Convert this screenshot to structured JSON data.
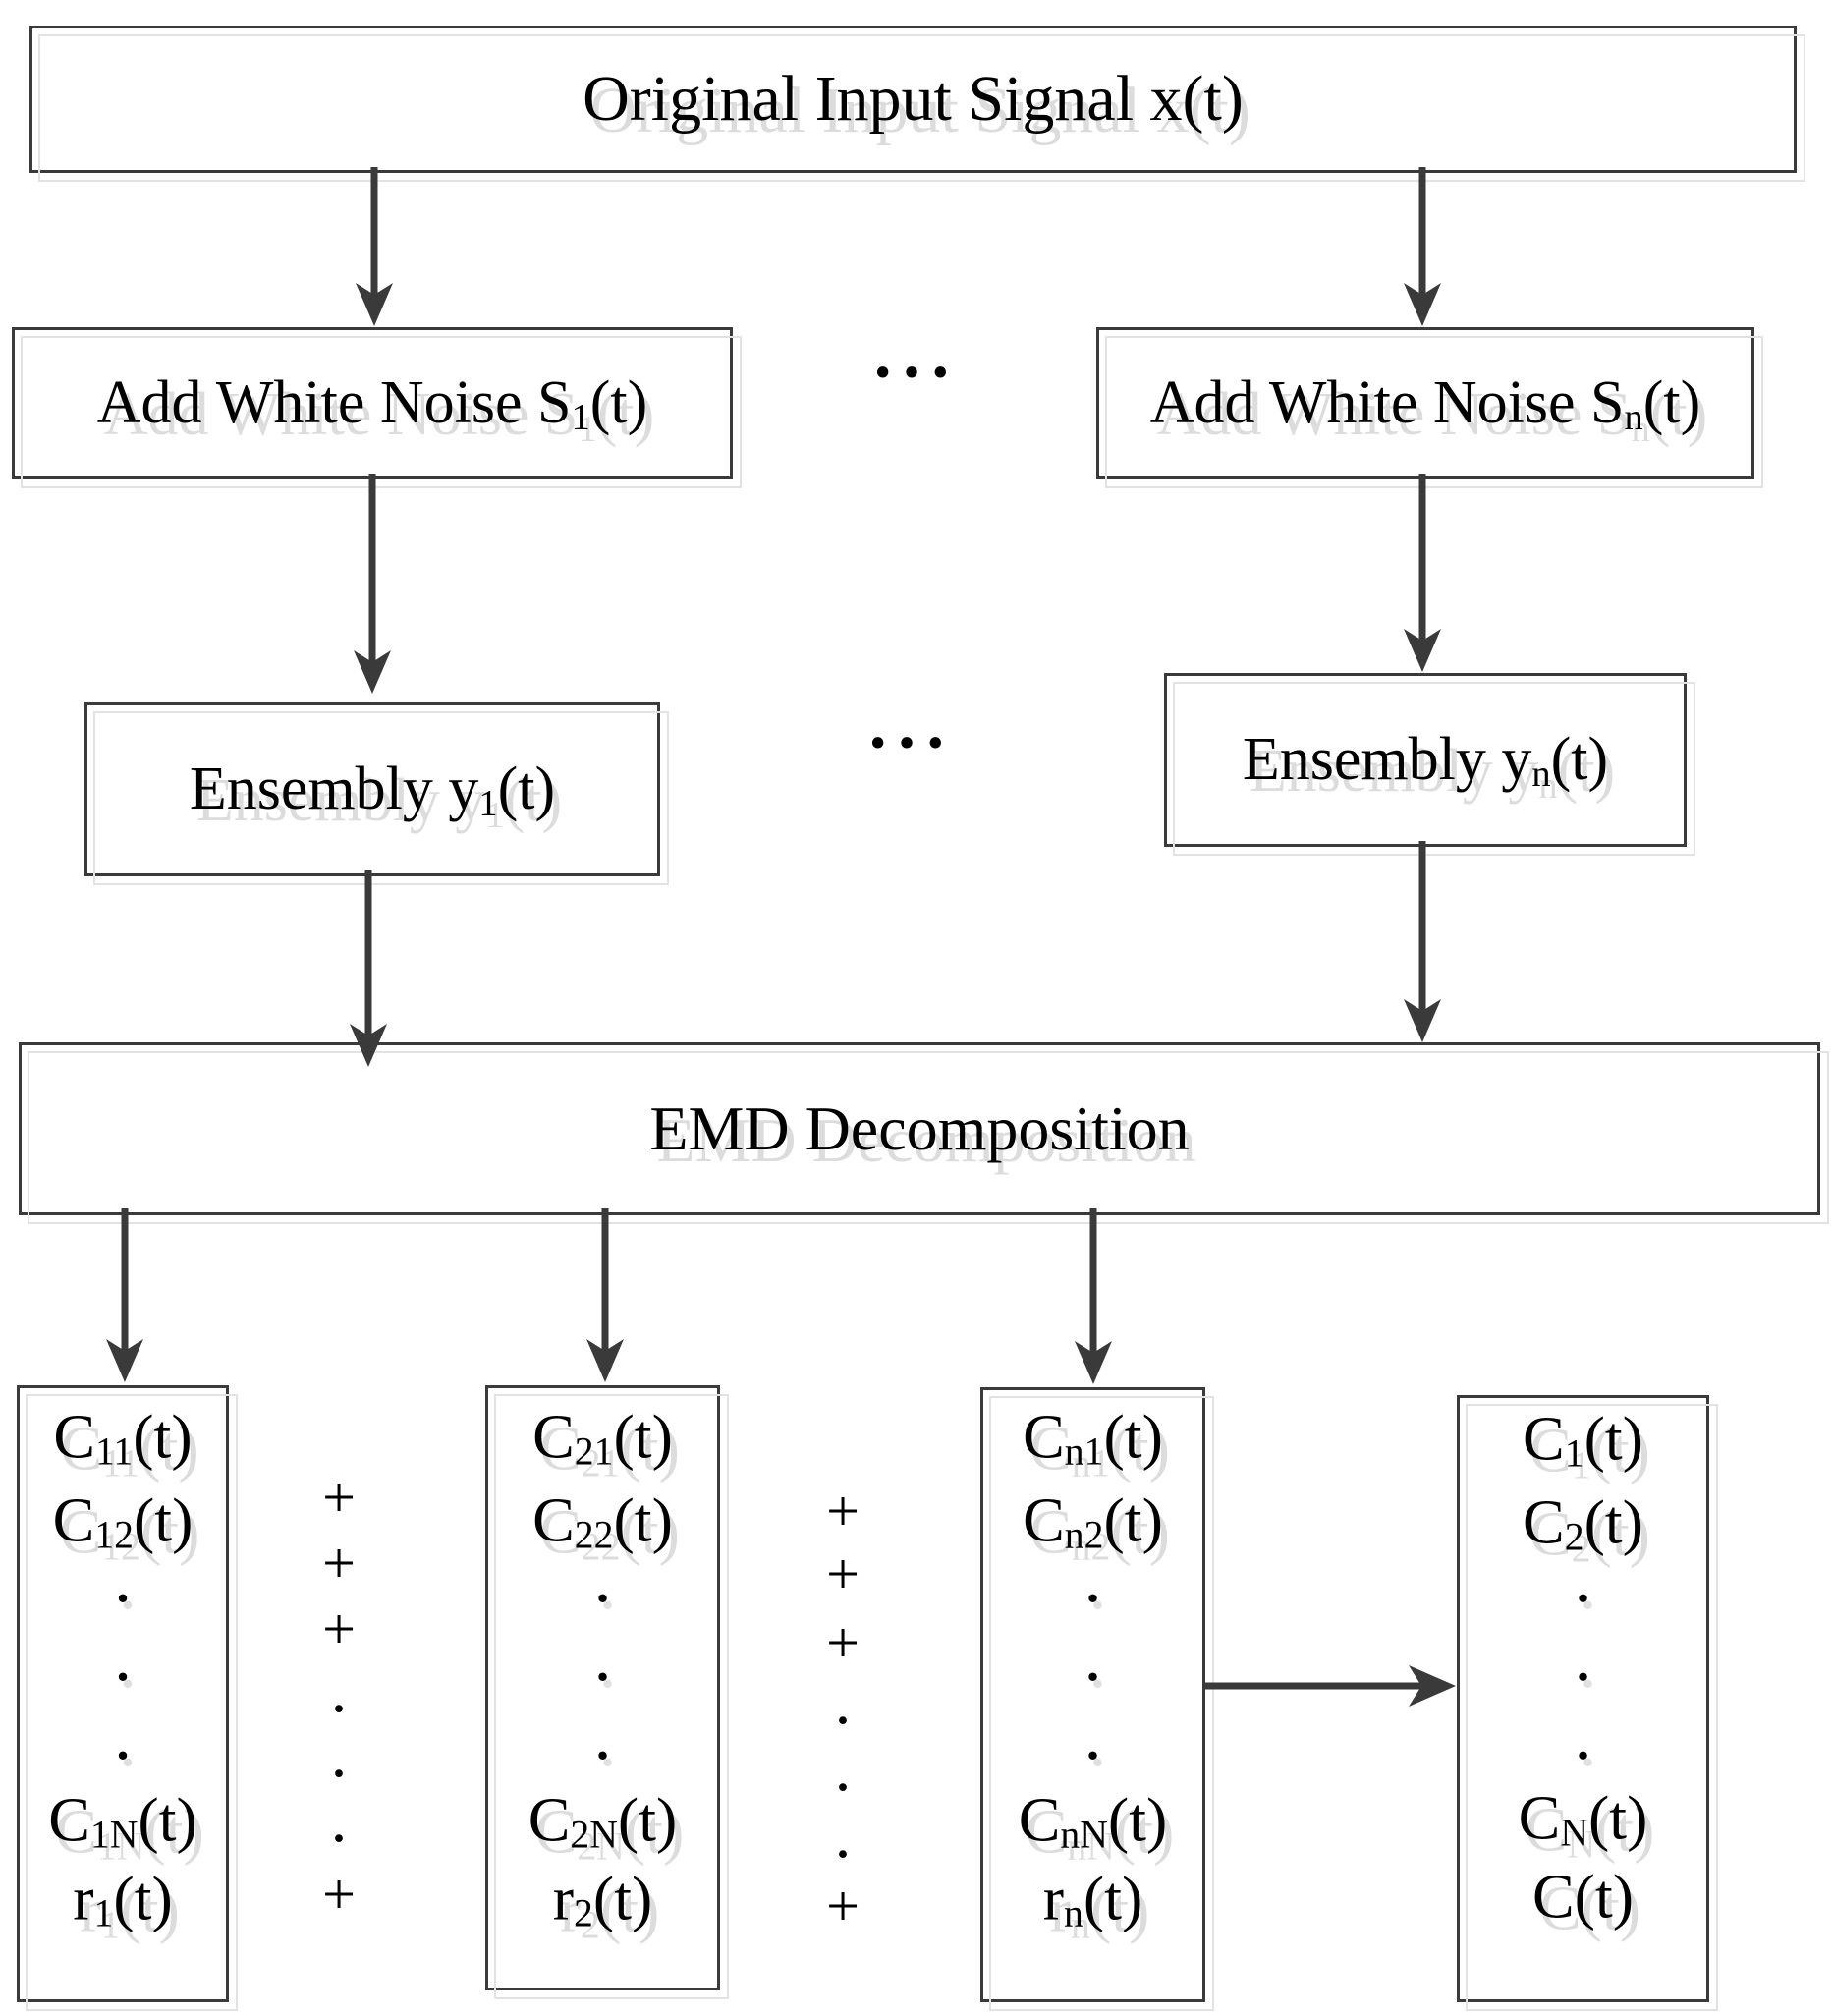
{
  "colors": {
    "background": "#ffffff",
    "line": "#3a3a3a",
    "box_border": "#3a3a3a",
    "shadow_gray": "#dcdcdc",
    "text": "#000000"
  },
  "title_box": {
    "label": "Original Input Signal x(t)"
  },
  "noise_row": {
    "left": {
      "pre": "Add White Noise S",
      "sub": "1",
      "post": "(t)"
    },
    "right": {
      "pre": "Add White Noise S",
      "sub": "n",
      "post": "(t)"
    },
    "ellipsis": "···"
  },
  "ensemble_row": {
    "left": {
      "pre": "Ensembly y",
      "sub": "1",
      "post": "(t)"
    },
    "right": {
      "pre": "Ensembly y",
      "sub": "n",
      "post": "(t)"
    },
    "ellipsis": "···"
  },
  "emd_box": {
    "label": "EMD Decomposition"
  },
  "imf_columns": [
    {
      "cells": [
        {
          "pre": "C",
          "sub": "11",
          "post": "(t)"
        },
        {
          "pre": "C",
          "sub": "12",
          "post": "(t)"
        },
        {
          "pre": "C",
          "sub": "1N",
          "post": "(t)"
        },
        {
          "pre": "r",
          "sub": "1",
          "post": "(t)"
        }
      ],
      "dots": [
        "·",
        "·",
        "·"
      ]
    },
    {
      "cells": [
        {
          "pre": "C",
          "sub": "21",
          "post": "(t)"
        },
        {
          "pre": "C",
          "sub": "22",
          "post": "(t)"
        },
        {
          "pre": "C",
          "sub": "2N",
          "post": "(t)"
        },
        {
          "pre": "r",
          "sub": "2",
          "post": "(t)"
        }
      ],
      "dots": [
        "·",
        "·",
        "·"
      ]
    },
    {
      "cells": [
        {
          "pre": "C",
          "sub": "n1",
          "post": "(t)"
        },
        {
          "pre": "C",
          "sub": "n2",
          "post": "(t)"
        },
        {
          "pre": "C",
          "sub": "nN",
          "post": "(t)"
        },
        {
          "pre": "r",
          "sub": "n",
          "post": "(t)"
        }
      ],
      "dots": [
        "·",
        "·",
        "·"
      ]
    },
    {
      "cells": [
        {
          "pre": "C",
          "sub": "1",
          "post": "(t)"
        },
        {
          "pre": "C",
          "sub": "2",
          "post": "(t)"
        },
        {
          "pre": "C",
          "sub": "N",
          "post": "(t)"
        },
        {
          "pre": "C",
          "sub": "",
          "post": "(t)"
        }
      ],
      "dots": [
        "·",
        "·",
        "·"
      ]
    }
  ],
  "plus_columns": [
    {
      "items": [
        "+",
        "+",
        "+",
        "·",
        "·",
        "·",
        "+"
      ]
    },
    {
      "items": [
        "+",
        "+",
        "+",
        "·",
        "·",
        "·",
        "+"
      ]
    }
  ]
}
